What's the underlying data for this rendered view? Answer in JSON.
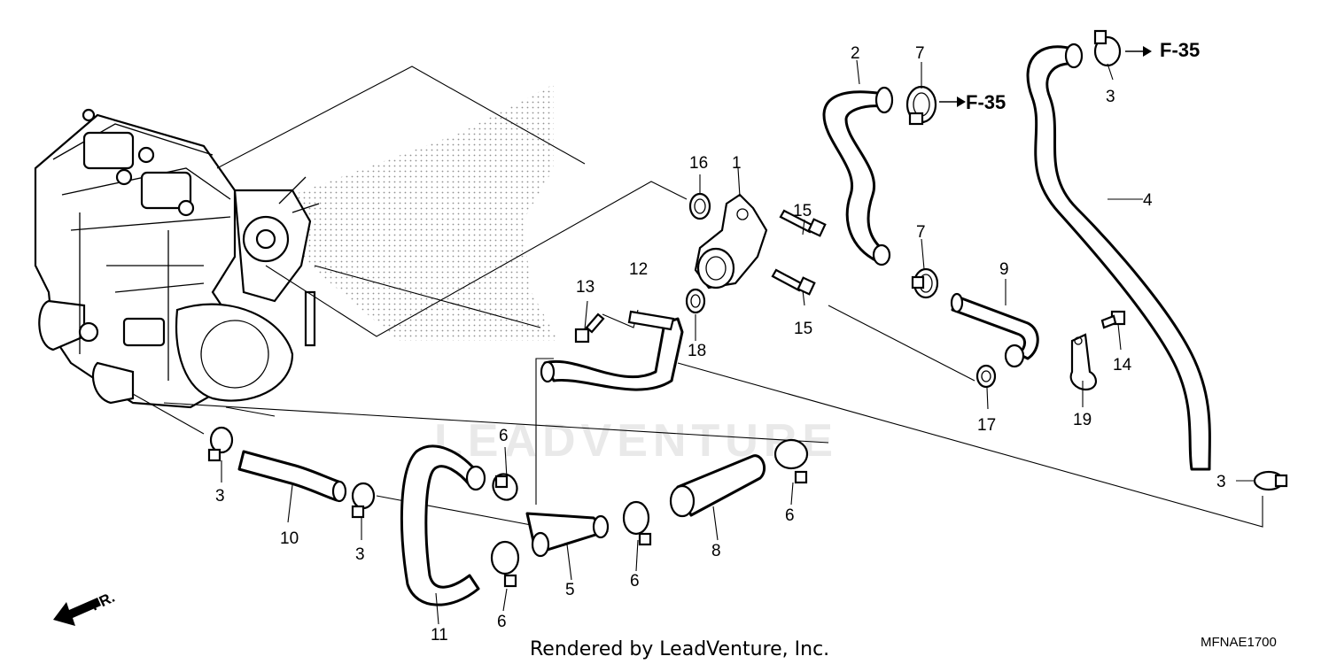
{
  "part_labels": [
    "1",
    "2",
    "3",
    "4",
    "5",
    "6",
    "7",
    "8",
    "9",
    "10",
    "11",
    "12",
    "13",
    "14",
    "15",
    "16",
    "17",
    "18",
    "19"
  ],
  "label_instances": {
    "p1": "1",
    "p2": "2",
    "p3a": "3",
    "p3b": "3",
    "p3c": "3",
    "p3d": "3",
    "p4": "4",
    "p5": "5",
    "p6a": "6",
    "p6b": "6",
    "p6c": "6",
    "p6d": "6",
    "p7a": "7",
    "p7b": "7",
    "p8": "8",
    "p9": "9",
    "p10": "10",
    "p11": "11",
    "p12": "12",
    "p13": "13",
    "p14": "14",
    "p15a": "15",
    "p15b": "15",
    "p16": "16",
    "p17": "17",
    "p18": "18",
    "p19": "19"
  },
  "refs": {
    "f35_a": "F-35",
    "f35_b": "F-35"
  },
  "front_marker": "FR.",
  "watermark": "LEADVENTURE",
  "footer": {
    "rendered_by": "Rendered by LeadVenture, Inc.",
    "diagram_code": "MFNAE1700"
  }
}
